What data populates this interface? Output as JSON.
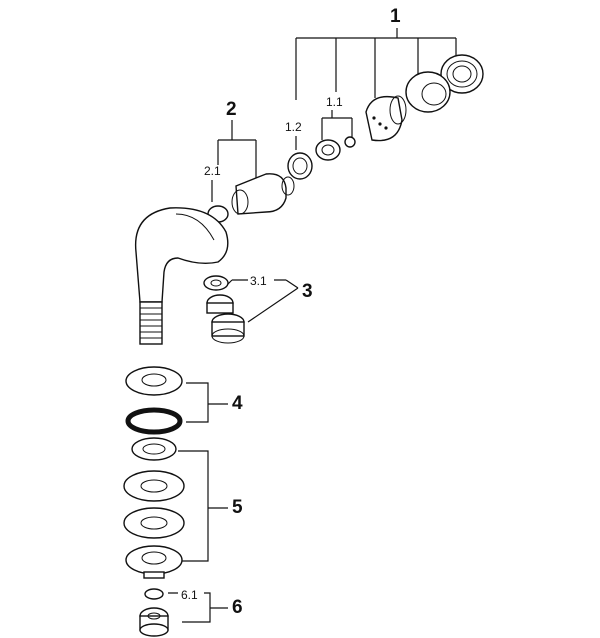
{
  "callouts": {
    "c1": "1",
    "c1_1": "1.1",
    "c1_2": "1.2",
    "c2": "2",
    "c2_1": "2.1",
    "c3": "3",
    "c3_1": "3.1",
    "c4": "4",
    "c5": "5",
    "c6": "6",
    "c6_1": "6.1"
  }
}
